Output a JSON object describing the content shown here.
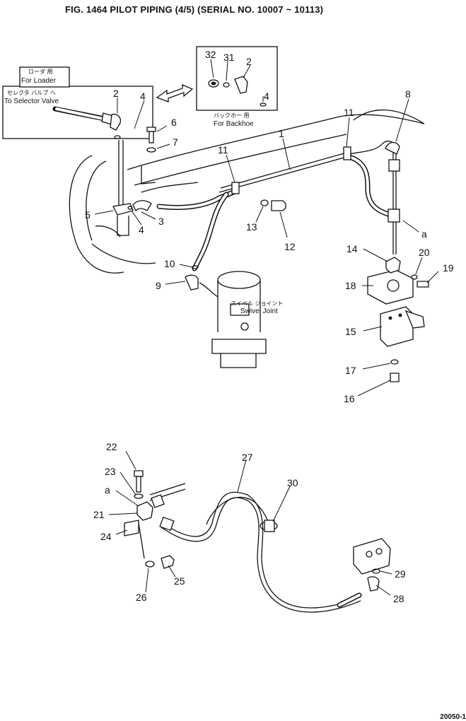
{
  "title": "FIG. 1464  PILOT PIPING (4/5) (SERIAL NO. 10007 ~ 10113)",
  "callouts": {
    "loader_jp": "ローダ 用",
    "loader_en": "For Loader",
    "selector_jp": "セレクタ バルブ へ",
    "selector_en": "To Selector Valve",
    "backhoe_jp": "バックホー 用",
    "backhoe_en": "For Backhoe",
    "swivel_jp": "スイベル ジョイント",
    "swivel_en": "Swivel Joint"
  },
  "part_numbers": {
    "p1": "1",
    "p2a": "2",
    "p2b": "2",
    "p3": "3",
    "p4a": "4",
    "p4b": "4",
    "p4c": "4",
    "p5": "5",
    "p6": "6",
    "p7": "7",
    "p8": "8",
    "p9": "9",
    "p10": "10",
    "p11a": "11",
    "p11b": "11",
    "p12": "12",
    "p13": "13",
    "p14": "14",
    "p15": "15",
    "p16": "16",
    "p17": "17",
    "p18": "18",
    "p19": "19",
    "p20": "20",
    "p21": "21",
    "p22": "22",
    "p23": "23",
    "p24": "24",
    "p25": "25",
    "p26": "26",
    "p27": "27",
    "p28": "28",
    "p29": "29",
    "p30": "30",
    "p31": "31",
    "p32": "32"
  },
  "connection_marks": {
    "a_upper": "a",
    "a_lower": "a"
  },
  "doc_number": "20050-1"
}
